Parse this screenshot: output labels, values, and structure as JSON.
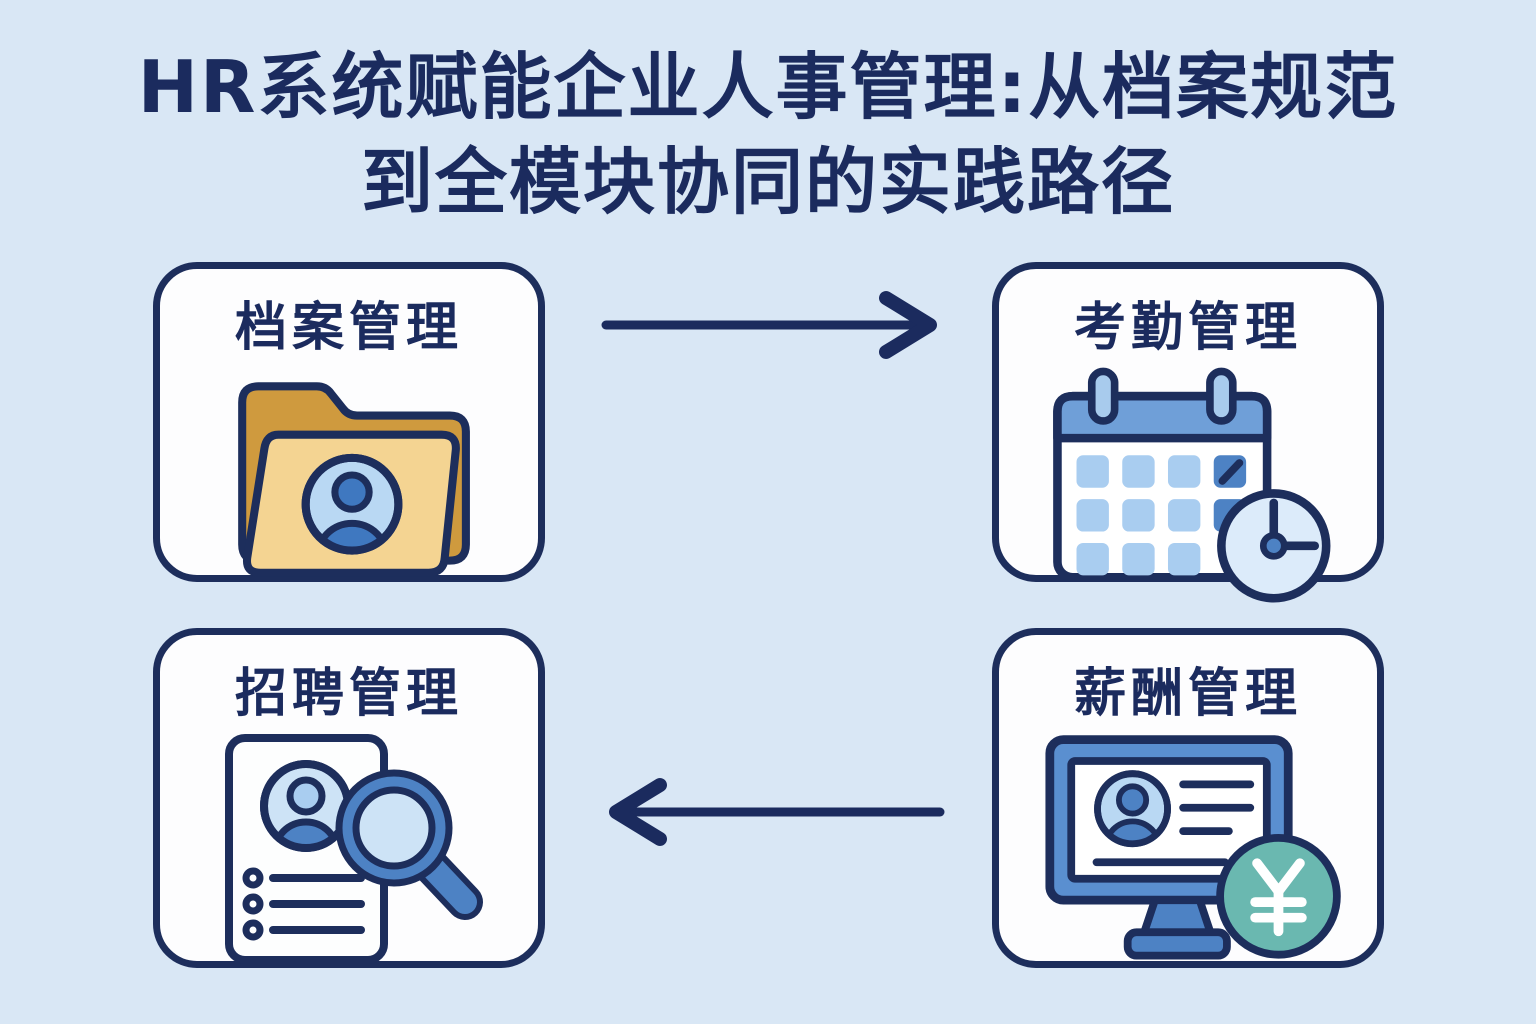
{
  "title": {
    "line1": "HR系统赋能企业人事管理:从档案规范",
    "line2": "到全模块协同的实践路径"
  },
  "modules": [
    {
      "id": "archive",
      "label": "档案管理",
      "icon": "folder-user-icon"
    },
    {
      "id": "attendance",
      "label": "考勤管理",
      "icon": "calendar-clock-icon"
    },
    {
      "id": "recruitment",
      "label": "招聘管理",
      "icon": "resume-magnifier-icon"
    },
    {
      "id": "compensation",
      "label": "薪酬管理",
      "icon": "monitor-yuan-icon",
      "currency_symbol": "¥"
    }
  ],
  "flow": [
    {
      "from": "档案管理",
      "to": "考勤管理",
      "direction": "right"
    },
    {
      "from": "薪酬管理",
      "to": "招聘管理",
      "direction": "left"
    }
  ],
  "colors": {
    "background": "#d9e7f5",
    "card_background": "#fdfdfe",
    "outline_navy": "#1d2e5c",
    "title_navy": "#1b2b5e",
    "folder_back": "#cf9a3e",
    "folder_front": "#f4d492",
    "blue_medium": "#4d82c4",
    "blue_light": "#a9cdf0",
    "blue_pale": "#cde3f6",
    "calendar_header": "#6f9fd8",
    "monitor_frame": "#5a8fd0",
    "clock_face": "#dcebfa",
    "coin_teal": "#6ab8b0",
    "coin_symbol_color": "#ffffff"
  }
}
